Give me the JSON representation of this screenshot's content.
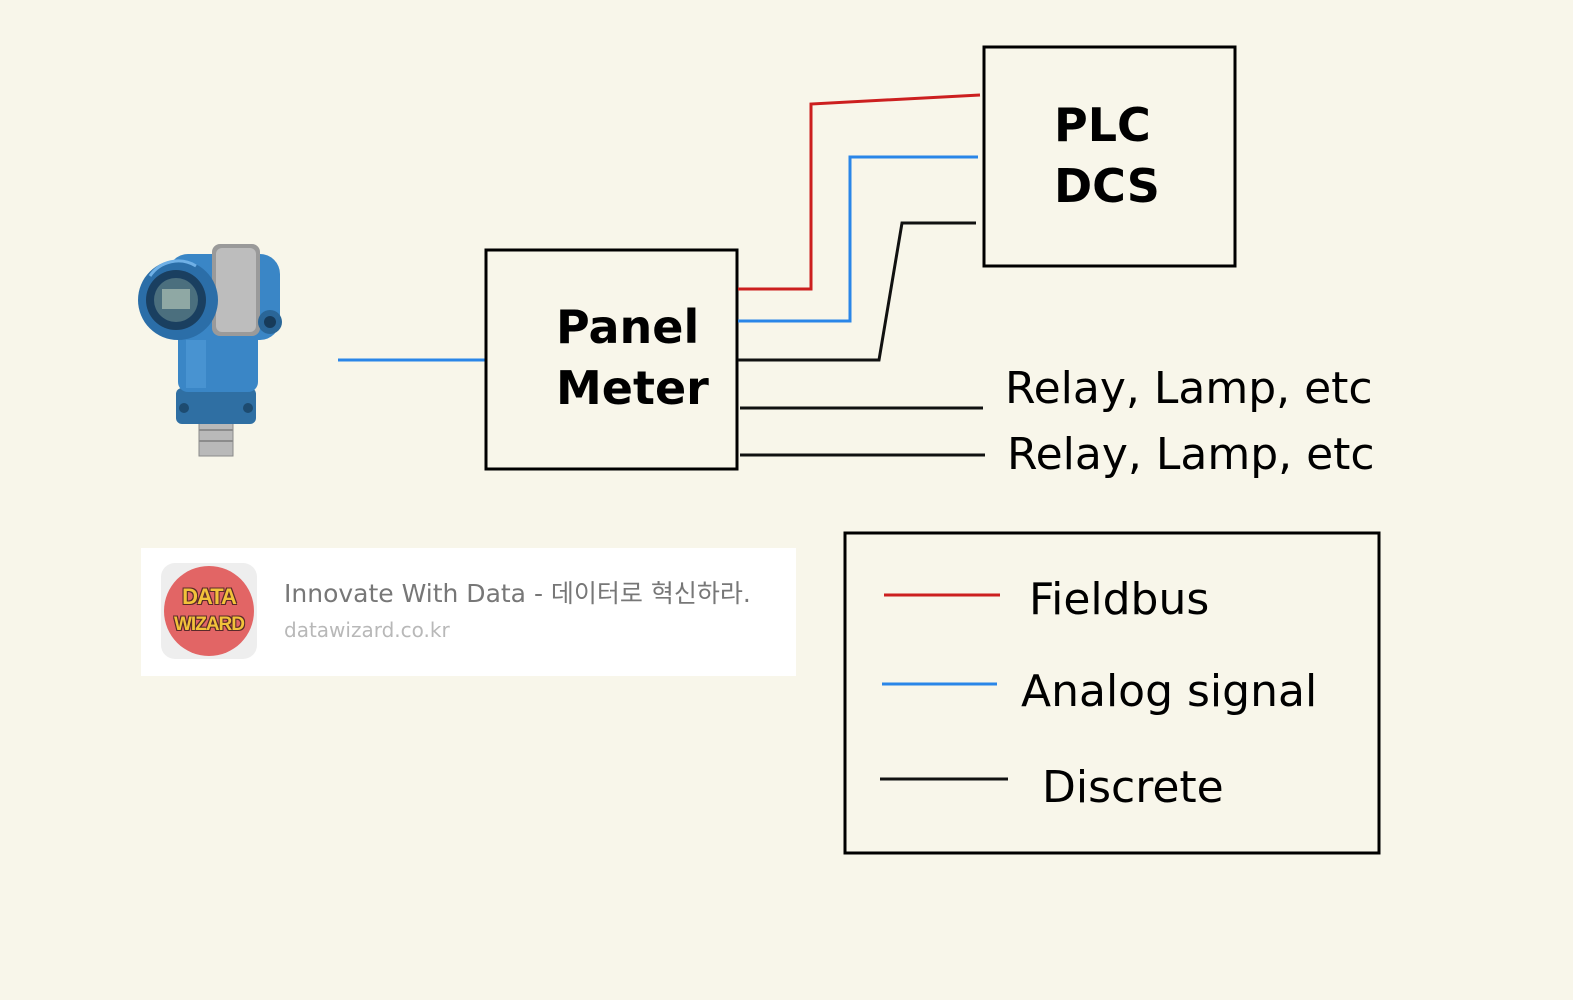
{
  "colors": {
    "background": "#f8f6ea",
    "fieldbus": "#cc1f1f",
    "analog": "#2a86e8",
    "discrete": "#111111",
    "logo": "#e26565"
  },
  "nodes": {
    "transmitter": {
      "icon": "pressure-transmitter-icon"
    },
    "panel_meter": {
      "line1": "Panel",
      "line2": "Meter"
    },
    "plc_dcs": {
      "line1": "PLC",
      "line2": "DCS"
    }
  },
  "outputs": [
    {
      "label": "Relay, Lamp, etc"
    },
    {
      "label": "Relay, Lamp, etc"
    }
  ],
  "legend": [
    {
      "type": "fieldbus",
      "label": "Fieldbus"
    },
    {
      "type": "analog",
      "label": "Analog signal"
    },
    {
      "type": "discrete",
      "label": "Discrete"
    }
  ],
  "link_card": {
    "logo_line1": "DATA",
    "logo_line2": "WIZARD",
    "title": "Innovate With Data - 데이터로 혁신하라.",
    "url": "datawizard.co.kr"
  }
}
